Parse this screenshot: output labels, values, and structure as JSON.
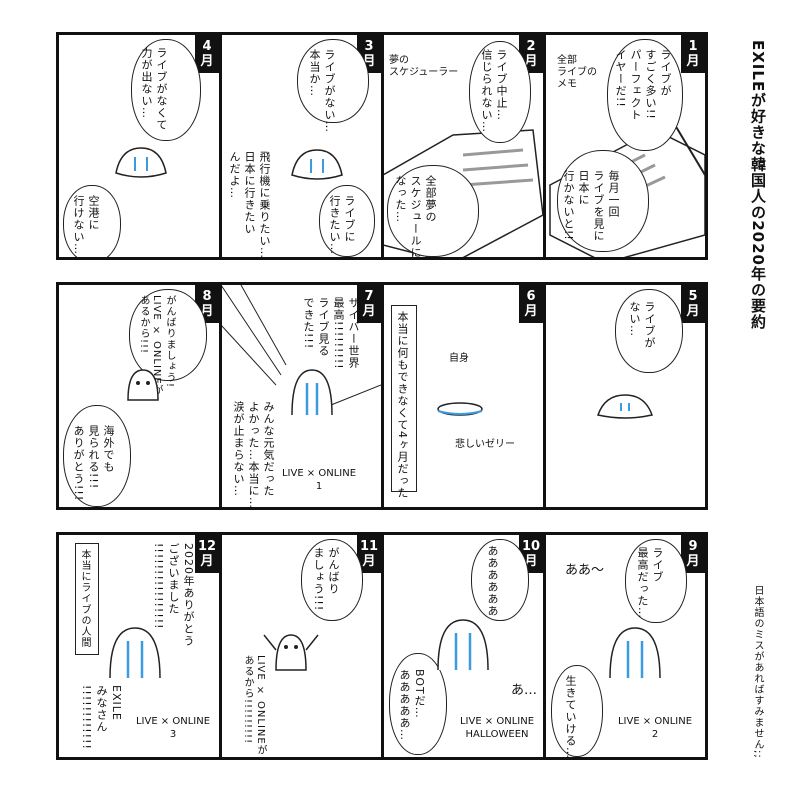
{
  "title": "EXILEが好きな韓国人の2020年の要約",
  "side_note": "日本語のミスがあればすみません;;",
  "panels": [
    {
      "month_num": "1",
      "month_unit": "月",
      "texts": [
        "ライブが\nすごく多い!!\nパーフェクト\nイヤーだ!!",
        "毎月一回\nライブを見に\n日本に\n行かないと!!"
      ],
      "labels": [
        "全部\nライブの\nメモ"
      ]
    },
    {
      "month_num": "2",
      "month_unit": "月",
      "texts": [
        "ライブ中止…\n信じられない…",
        "全部夢の\nスケジュールに\nなった…"
      ],
      "labels": [
        "夢の\nスケジューラー"
      ]
    },
    {
      "month_num": "3",
      "month_unit": "月",
      "texts": [
        "ライブがない…\n本当か…",
        "飛行機に乗りたい…\n日本に行きたい\nんだよ…",
        "ライブに\n行きたい…"
      ]
    },
    {
      "month_num": "4",
      "month_unit": "月",
      "texts": [
        "ライブがなくて\n力が出ない…",
        "空港に\n行けない…"
      ]
    },
    {
      "month_num": "5",
      "month_unit": "月",
      "texts": [
        "ライブが\nない…"
      ]
    },
    {
      "month_num": "6",
      "month_unit": "月",
      "texts": [
        "本当に何もできなくて4ヶ月だった"
      ],
      "labels": [
        "自身",
        "悲しいゼリー"
      ]
    },
    {
      "month_num": "7",
      "month_unit": "月",
      "texts": [
        "サイバー世界\n最高!!!!!!!!!\nライブ見る\nできた!!!",
        "みんな元気だった\nよかった…本当に…\n涙が止まらない…"
      ],
      "live": "LIVE × ONLINE\n1"
    },
    {
      "month_num": "8",
      "month_unit": "月",
      "texts": [
        "がんばりましょう!\nLIVE × ONLINEが\nあるから!!!",
        "海外でも\n見られる!!!\nありがとう!!!"
      ]
    },
    {
      "month_num": "9",
      "month_unit": "月",
      "texts": [
        "ライブ\n最高だった…",
        "生きていける…"
      ],
      "labels": [
        "ああ〜"
      ],
      "live": "LIVE × ONLINE\n2"
    },
    {
      "month_num": "10",
      "month_unit": "月",
      "texts": [
        "ああああああ",
        "BOTだ…\nあああああ…"
      ],
      "labels": [
        "あ…"
      ],
      "live": "LIVE × ONLINE\nHALLOWEEN"
    },
    {
      "month_num": "11",
      "month_unit": "月",
      "texts": [
        "がんばり\nましょう!!!",
        "LIVE × ONLINEが\nあるから!!!!!!!!!"
      ]
    },
    {
      "month_num": "12",
      "month_unit": "月",
      "texts": [
        "2020年ありがとう\nございました\n!!!!!!!!!!!!!!!!",
        "本当にライブの人間",
        "EXILE\nみなさん\n!!!!!!!!!!!!"
      ],
      "live": "LIVE × ONLINE\n3"
    }
  ]
}
